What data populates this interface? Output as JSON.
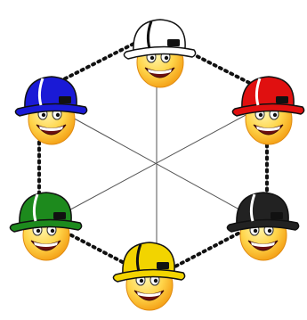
{
  "diagram": {
    "ring": {
      "dot_color": "#111111"
    },
    "spokes": {
      "color": "#555555"
    },
    "skin": {
      "face": "#ffd54a",
      "face_shade": "#f5a623"
    },
    "nodes": [
      {
        "id": "top",
        "hat_color": "#ffffff",
        "stripe_color": "#111111",
        "hat_name": "white-hard-hat"
      },
      {
        "id": "upper-left",
        "hat_color": "#1a1ad6",
        "stripe_color": "#ffffff",
        "hat_name": "blue-hard-hat"
      },
      {
        "id": "upper-right",
        "hat_color": "#e01010",
        "stripe_color": "#ffffff",
        "hat_name": "red-hard-hat"
      },
      {
        "id": "lower-left",
        "hat_color": "#1d8a1d",
        "stripe_color": "#ffffff",
        "hat_name": "green-hard-hat"
      },
      {
        "id": "lower-right",
        "hat_color": "#222222",
        "stripe_color": "#ffffff",
        "hat_name": "black-hard-hat"
      },
      {
        "id": "bottom",
        "hat_color": "#f2d400",
        "stripe_color": "#111111",
        "hat_name": "yellow-hard-hat"
      }
    ]
  }
}
